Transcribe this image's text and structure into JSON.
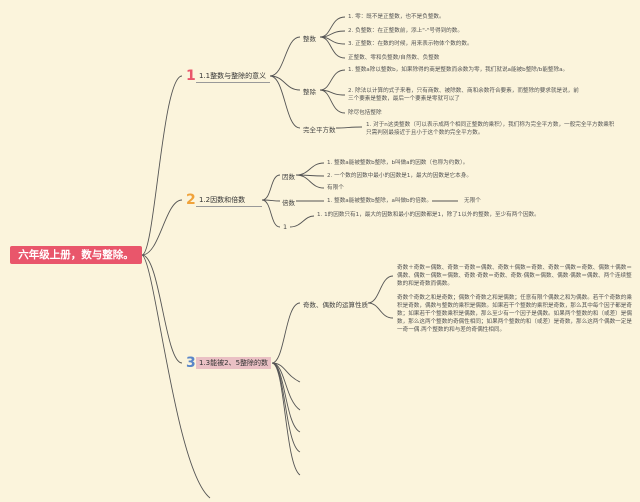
{
  "root": {
    "title": "六年级上册，数与整除。"
  },
  "branches": [
    {
      "number": "1",
      "label": "1.1整数与整除的意义",
      "number_color": "#e9566b",
      "children": [
        {
          "label": "整数",
          "items": [
            "1. 零：既不是正整数，也不是负整数。",
            "2. 负整数：在正整数前，添上\"-\"号得到的数。",
            "3. 正整数：在数的时候，用来表示物体个数的数。",
            "正整数、零和负整数/自然数、负整数"
          ]
        },
        {
          "label": "整除",
          "items": [
            "1. 整数a除以整数b，如果除得的商是整数而余数为零，我们就说a能被b整除/b能整除a。",
            "2. 除法以计算的式子来看，只有商数、被除数、商和余数符合要素，而整除的要求就是说，前三个要素是整数，最后一个要素是零就可以了",
            "除尽包括整除"
          ]
        },
        {
          "label": "完全平方数",
          "items": [
            "1. 对于n这类整数（可以表示成两个相同正整数的乘积），我们称为完全平方数，一般完全平方数乘积只需判别最接近于且小于这个数的完全平方数。"
          ]
        }
      ]
    },
    {
      "number": "2",
      "label": "1.2因数和倍数",
      "number_color": "#f0a23a",
      "children": [
        {
          "label": "因数",
          "items": [
            "1. 整数a能被整数b整除，b叫做a的因数（也称为约数）。",
            "2. 一个数的因数中最小的因数是1，最大的因数是它本身。",
            "有限个"
          ]
        },
        {
          "label": "倍数",
          "items": [
            "1. 整数a能被整数b整除，a叫做b的倍数。",
            "无限个"
          ]
        },
        {
          "label": "1",
          "items": [
            "1. 1的因数只有1，最大的因数和最小的因数都是1，除了1以外的整数，至少有两个因数。"
          ]
        }
      ]
    },
    {
      "number": "3",
      "label": "1.3能被2、5整除的数",
      "number_color": "#5a86c8",
      "children": [
        {
          "label": "奇数、偶数的运算性质",
          "items": [
            "奇数＋奇数＝偶数、奇数－奇数＝偶数、奇数＋偶数＝奇数、奇数－偶数＝奇数、偶数＋偶数＝偶数、偶数－偶数＝偶数、奇数·奇数＝奇数、奇数·偶数＝偶数、偶数·偶数＝偶数、两个连续整数的和是奇数而偶数。",
            "奇数个奇数之和是奇数；偶数个奇数之和是偶数；任意有限个偶数之和为偶数。若干个奇数的乘积是奇数，偶数与整数的乘积是偶数。如果若干个整数的乘积是奇数，那么其中每个因子都是奇数；如果若干个整数乘积是偶数，那么至少有一个因子是偶数。如果两个整数的和（或差）是偶数，那么这两个整数的奇偶性相同；如果两个整数的和（或差）是奇数，那么这两个偶数一定是一奇一偶.两个整数的和与差的奇偶性相同。"
          ]
        }
      ]
    }
  ]
}
